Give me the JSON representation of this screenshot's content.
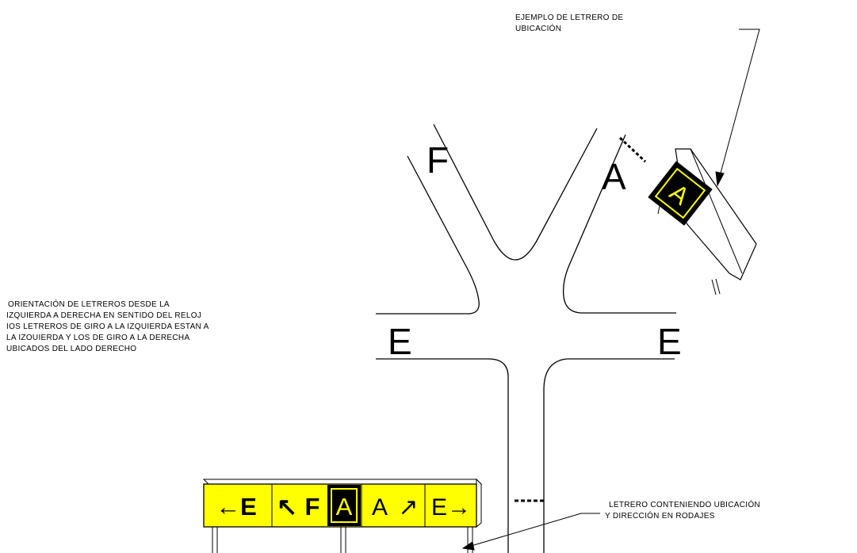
{
  "notes": {
    "example_label": [
      "EJEMPLO DE LETRERO DE",
      "UBICACIÓN"
    ],
    "orientation_note": [
      "ORIENTACIÓN DE LETREROS DESDE LA",
      "IZQUIERDA A DERECHA EN SENTIDO DEL RELOJ",
      "IOS LETREROS DE GIRO A LA IZQUIERDA ESTAN A",
      "LA IZOUIERDA  Y LOS DE GIRO A LA DERECHA",
      "UBICADOS DEL LADO DERECHO"
    ],
    "sign_label": [
      "LETRERO CONTENIENDO UBICACIÓN",
      "Y DIRECCIÓN EN RODAJES"
    ]
  },
  "taxiways": {
    "upper_left": "F",
    "upper_right": "A",
    "left": "E",
    "right": "E"
  },
  "example_sign": {
    "letter": "A"
  },
  "direction_sign": {
    "panel_1": "←E",
    "panel_2_arrow": "↖",
    "panel_2_letter": "F",
    "location": "A",
    "panel_4_letter": "A",
    "panel_4_arrow": "↗",
    "panel_5": "E→"
  },
  "colors": {
    "sign_yellow": "#ffff00",
    "sign_black": "#000000",
    "line": "#000000"
  }
}
